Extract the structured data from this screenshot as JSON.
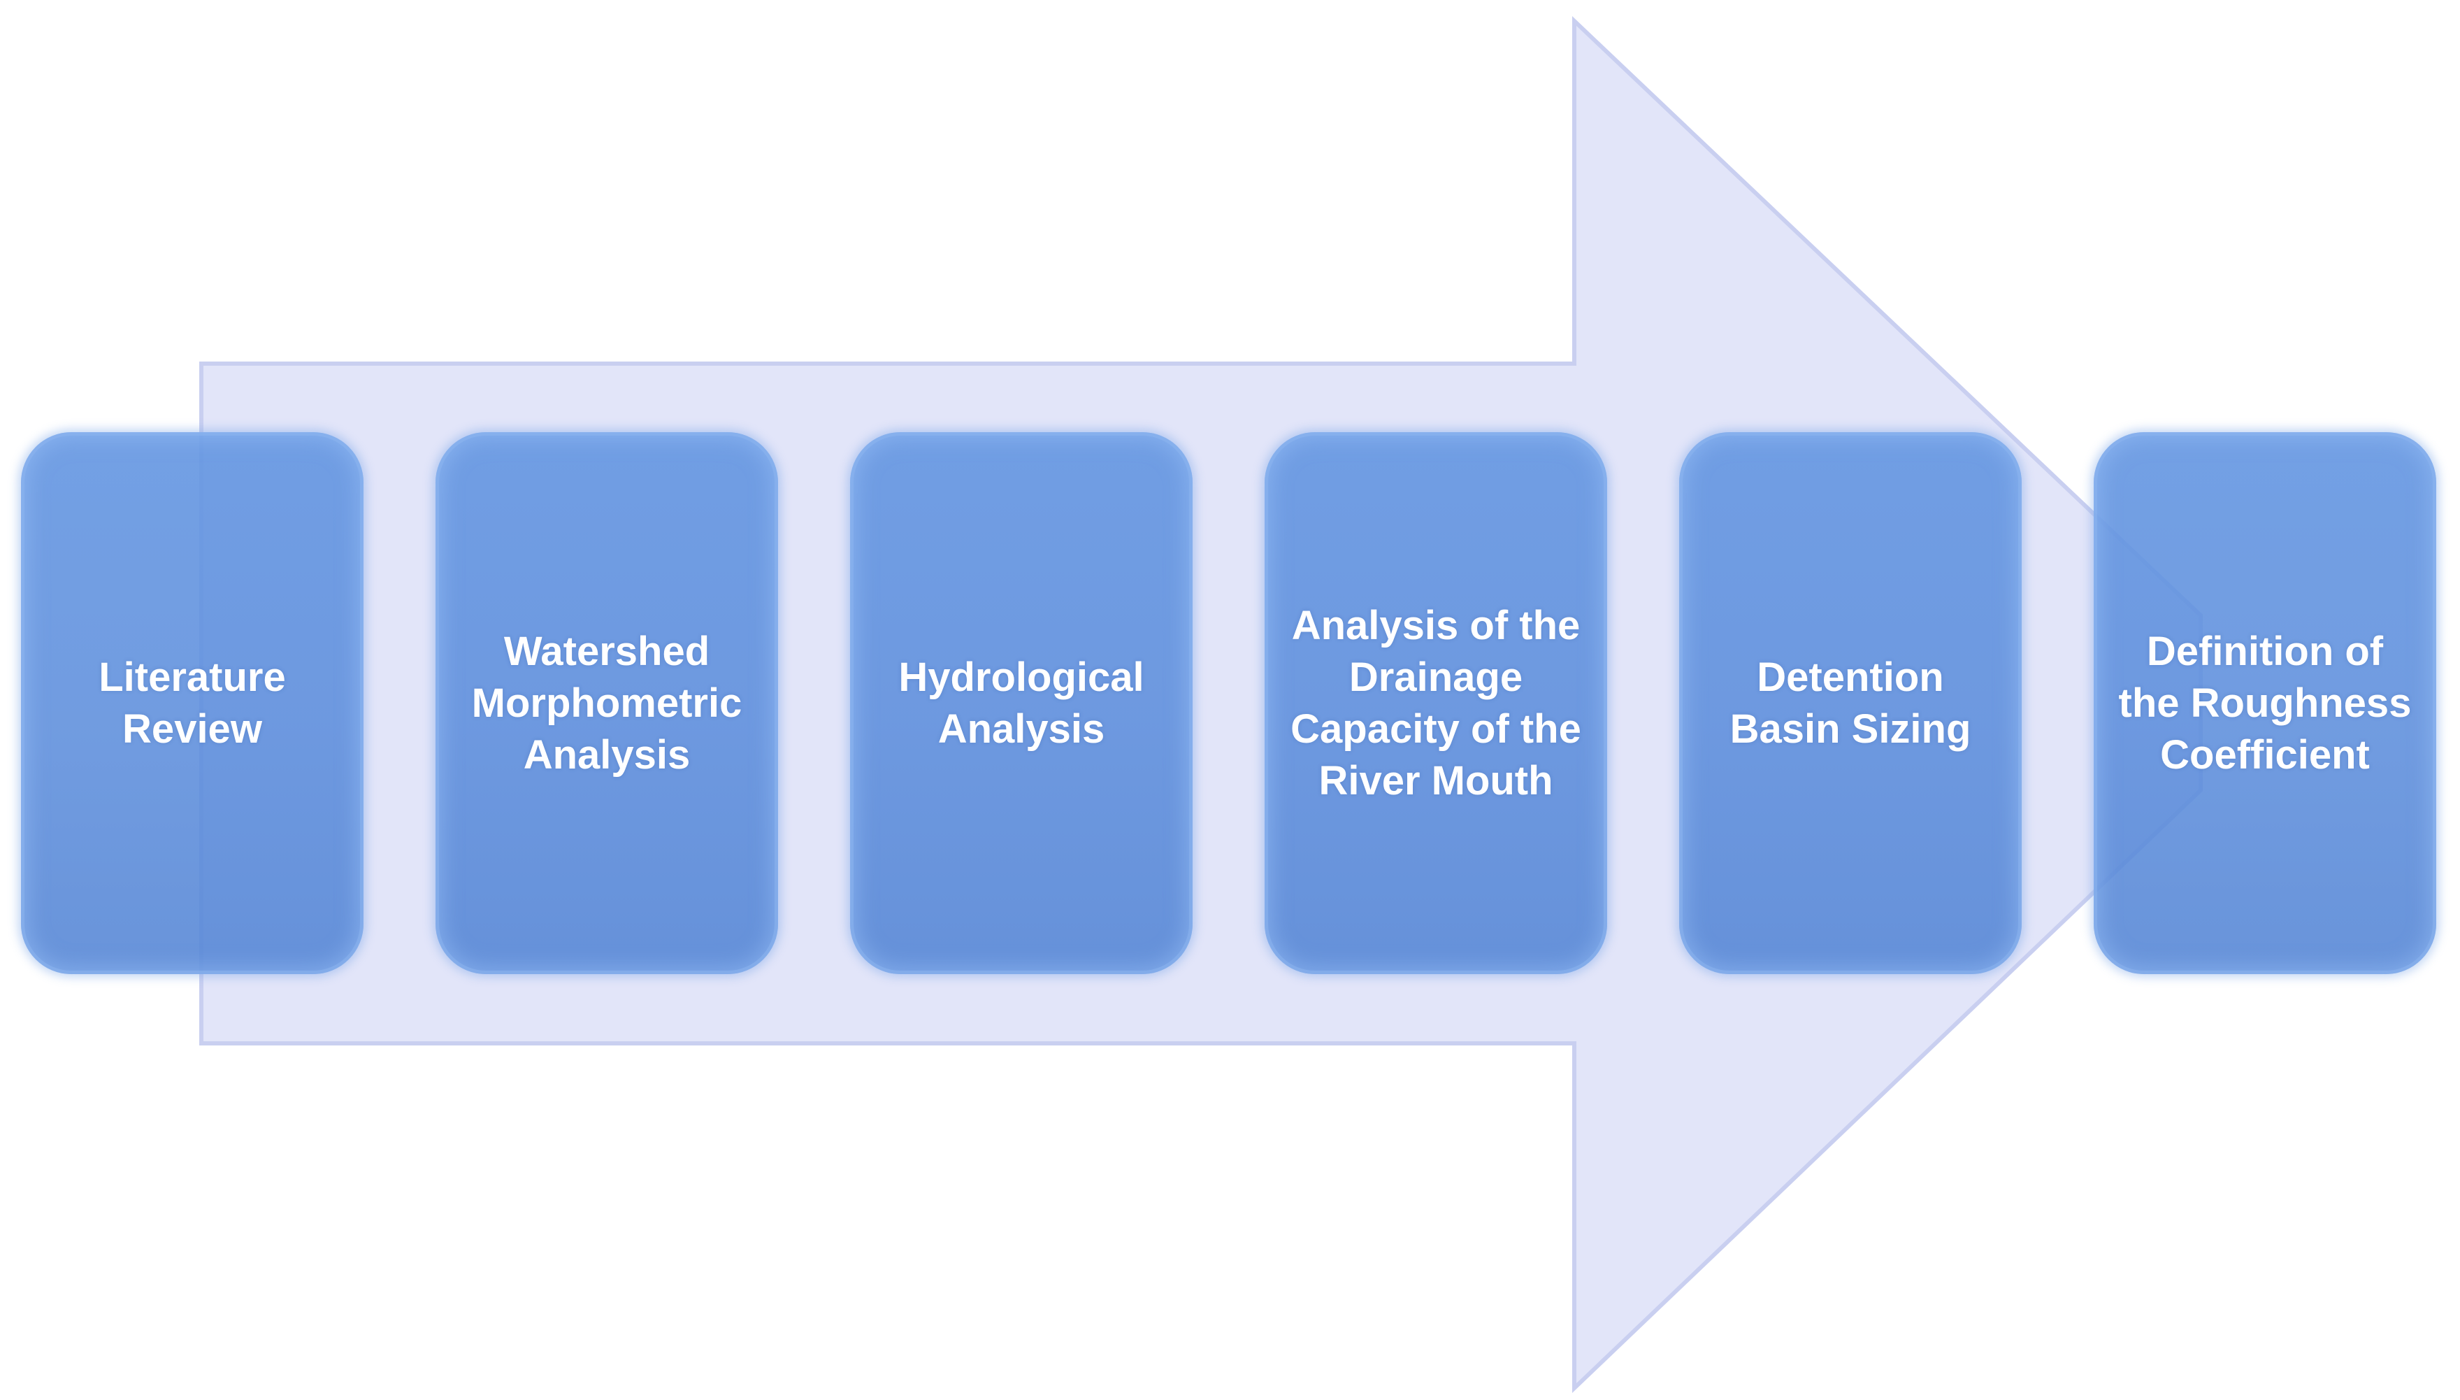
{
  "colors": {
    "arrow_fill": "#dfe3f8",
    "arrow_stroke": "#c9cff0",
    "step_fill": "#6798e2",
    "step_text": "#ffffff"
  },
  "steps": [
    {
      "label": "Literature\nReview"
    },
    {
      "label": "Watershed\nMorphometric\nAnalysis"
    },
    {
      "label": "Hydrological\nAnalysis"
    },
    {
      "label": "Analysis of the\nDrainage\nCapacity of the\nRiver Mouth"
    },
    {
      "label": "Detention\nBasin Sizing"
    },
    {
      "label": "Definition of\nthe Roughness\nCoefficient"
    }
  ]
}
